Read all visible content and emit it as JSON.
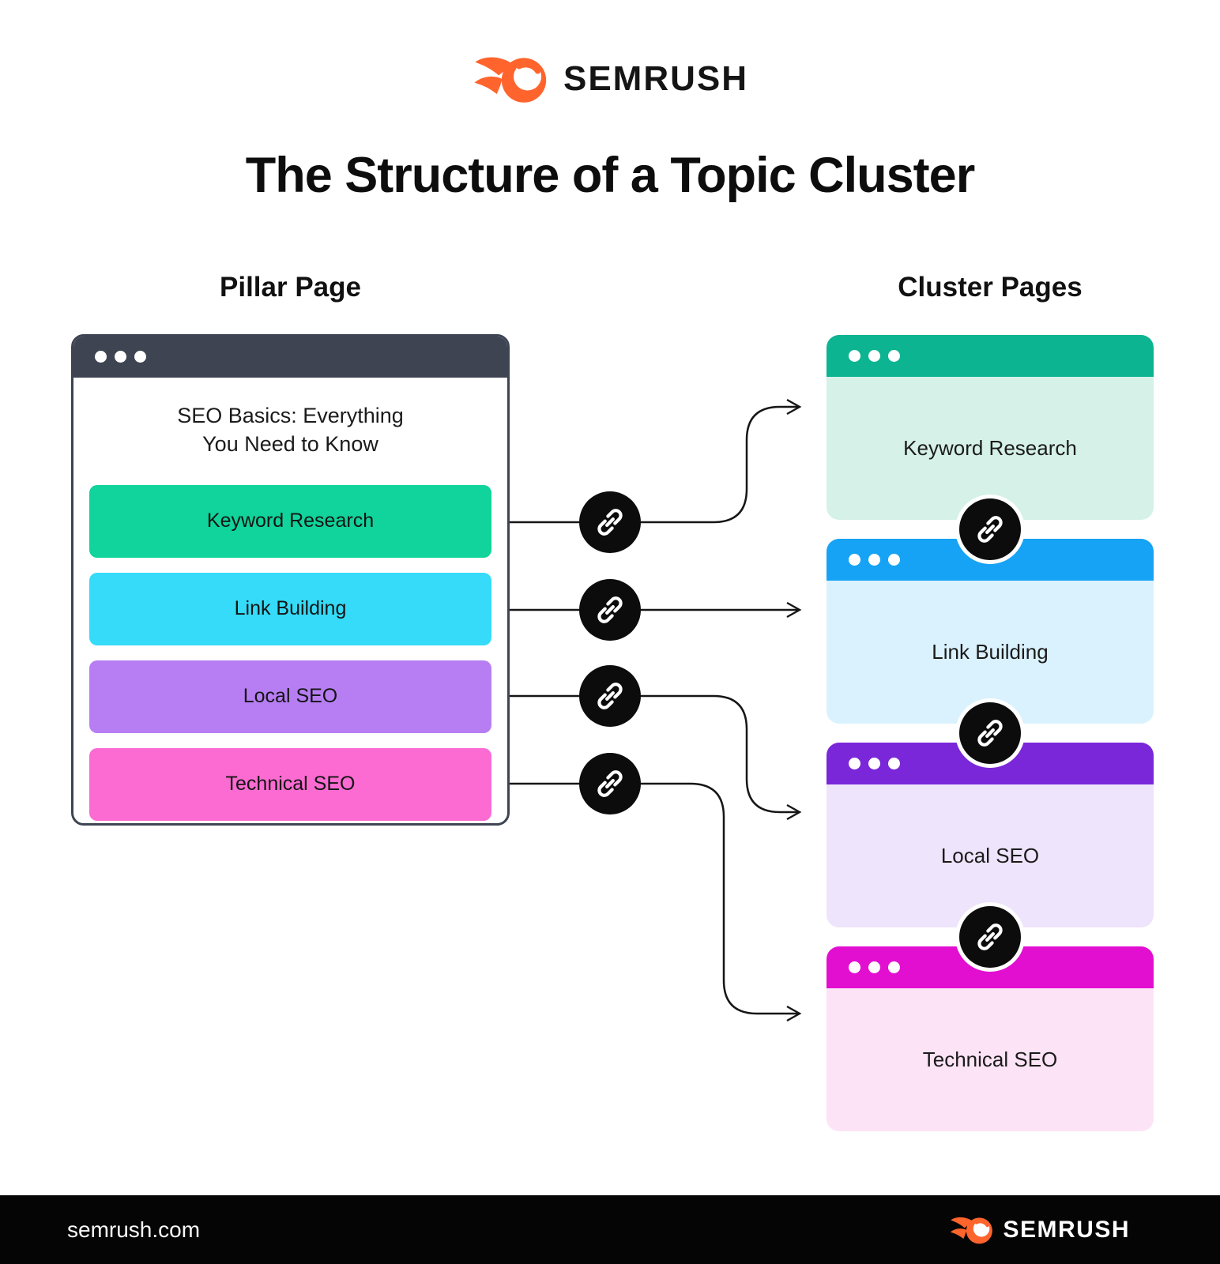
{
  "brand": {
    "name": "SEMRUSH",
    "orange": "#FF642D",
    "wordmark_color_header": "#151515",
    "wordmark_color_footer": "#FFFFFF"
  },
  "title": "The Structure of a Topic Cluster",
  "columns": {
    "pillar_label": "Pillar Page",
    "clusters_label": "Cluster Pages"
  },
  "pillar_window": {
    "header_color": "#3E4452",
    "article_title_line1": "SEO Basics: Everything",
    "article_title_line2": "You Need to Know",
    "topics": [
      {
        "label": "Keyword Research",
        "color": "#10D49B"
      },
      {
        "label": "Link Building",
        "color": "#35DBF8"
      },
      {
        "label": "Local SEO",
        "color": "#B77EF3"
      },
      {
        "label": "Technical SEO",
        "color": "#FB6BD2"
      }
    ]
  },
  "cluster_windows": [
    {
      "label": "Keyword Research",
      "header_color": "#0CB491",
      "body_color": "#D5F1E8"
    },
    {
      "label": "Link Building",
      "header_color": "#17A3F5",
      "body_color": "#DAF2FD"
    },
    {
      "label": "Local SEO",
      "header_color": "#7A27D9",
      "body_color": "#EEE4FB"
    },
    {
      "label": "Technical SEO",
      "header_color": "#E20FD0",
      "body_color": "#FCE3F6"
    }
  ],
  "icons": {
    "link_badge": "chain-link-icon",
    "window_controls": "window-dots",
    "brand": "semrush-flame-icon",
    "connectors": "arrow-right"
  },
  "connector_color": "#161616",
  "footer": {
    "site": "semrush.com",
    "background": "#050505"
  }
}
